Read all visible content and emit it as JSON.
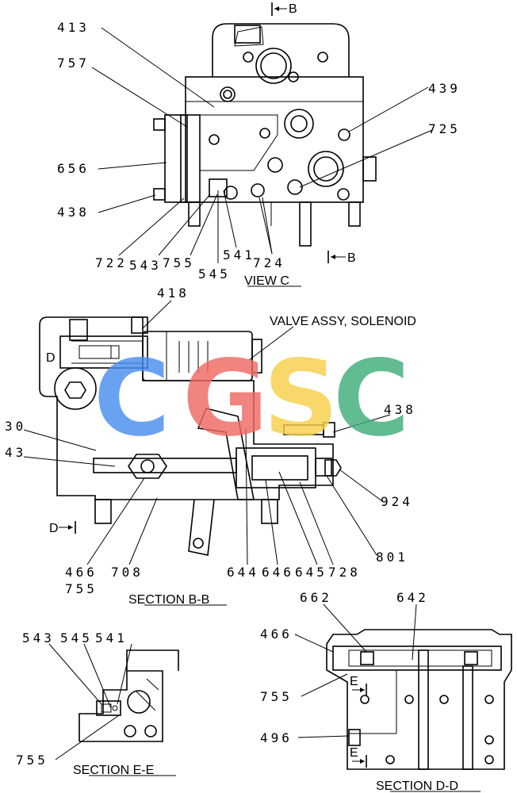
{
  "view_c": {
    "title": "VIEW C",
    "section_marker": "B",
    "callouts": [
      "413",
      "757",
      "656",
      "438",
      "722",
      "543",
      "755",
      "545",
      "541",
      "724",
      "439",
      "725"
    ]
  },
  "section_bb": {
    "title": "SECTION B-B",
    "valve_label": "VALVE ASSY, SOLENOID",
    "port_d": "D",
    "view_marker": "D",
    "callouts": [
      "418",
      "438",
      "30",
      "43",
      "924",
      "801",
      "466",
      "708",
      "755",
      "644",
      "646",
      "645",
      "728"
    ]
  },
  "section_ee": {
    "title": "SECTION E-E",
    "callouts": [
      "543",
      "545",
      "541",
      "755"
    ]
  },
  "section_dd": {
    "title": "SECTION D-D",
    "view_marker": "E",
    "callouts": [
      "662",
      "642",
      "466",
      "755",
      "496"
    ]
  },
  "watermark": {
    "letters": [
      "C",
      "G",
      "S",
      "C"
    ],
    "colors": [
      "#4a8ef0",
      "#ef6a64",
      "#f7d04a",
      "#3fae7a"
    ]
  }
}
